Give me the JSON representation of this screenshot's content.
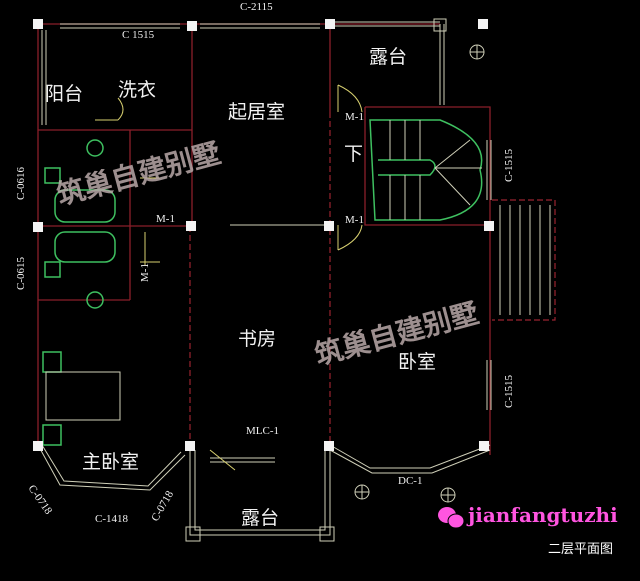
{
  "plan": {
    "title": "二层平面图",
    "rooms": {
      "balcony_west": "阳台",
      "laundry": "洗衣",
      "living_room": "起居室",
      "terrace_north": "露台",
      "stair_down": "下",
      "study": "书房",
      "bedroom": "卧室",
      "master_bedroom": "主卧室",
      "terrace_south": "露台"
    },
    "tags": {
      "top_window": "C-2115",
      "laundry_window": "C 1515",
      "stair_door_top": "M-1",
      "stair_door_bottom": "M-1",
      "living_door": "M-1",
      "stair_window": "C-1515",
      "bath_window_1": "C-0616",
      "bath_window_2": "C-0615",
      "bath_door": "M-1",
      "bedroom_window": "C-1515",
      "sliding_door": "MLC-1",
      "bay_window_left": "C-0718",
      "bay_window_center": "C-1418",
      "bay_window_right": "C-0718",
      "bay_window_east": "DC-1"
    },
    "watermark": "筑巢自建别墅",
    "brand": "jianfangtuzhi",
    "colors": {
      "background": "#000000",
      "wall": "#8a1f2a",
      "fixture": "#3ec060",
      "brand": "#ff55e0"
    }
  }
}
